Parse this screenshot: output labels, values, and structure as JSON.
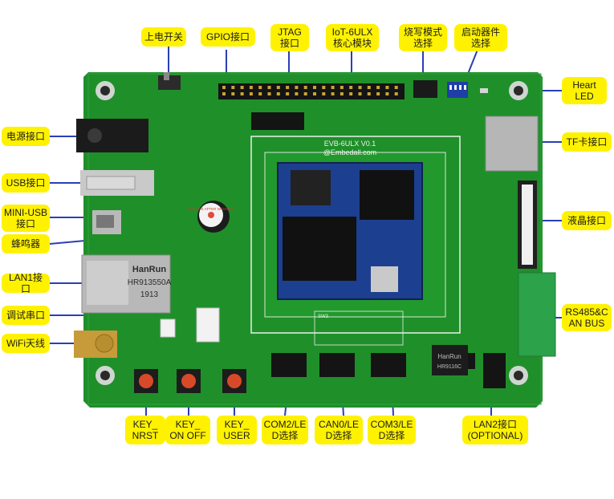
{
  "colors": {
    "callout_bg": "#fff200",
    "leader_line": "#2a3fb5",
    "pcb_green": "#1f8f2a",
    "module_blue": "#1d3f8f"
  },
  "board": {
    "silkscreen": {
      "board_name": "EVB-6ULX V0.1",
      "website": "@Embedall.com",
      "rj45_brand": "HanRun",
      "rj45_part": "HR913550A",
      "rj45_date": "1913",
      "lan2_brand": "HanRun",
      "lan2_part": "HR9116C",
      "buzzer_sticker": "REMOVE AFTER WASHING",
      "sw_label": "SW3"
    }
  },
  "callouts": {
    "power_switch": "上电开关",
    "gpio": "GPIO接口",
    "jtag": "JTAG\n接口",
    "iot_module": "IoT-6ULX\n核心模块",
    "burn_mode": "烧写模式\n选择",
    "boot_device": "启动器件\n选择",
    "heart_led": "Heart\nLED",
    "power_jack": "电源接口",
    "usb": "USB接口",
    "mini_usb": "MINI-USB\n接口",
    "buzzer": "蜂鸣器",
    "lan1": "LAN1接口",
    "debug_uart": "调试串口",
    "wifi": "WiFi天线",
    "tf_card": "TF卡接口",
    "lcd": "液晶接口",
    "rs485": "RS485&C\nAN BUS",
    "key_nrst": "KEY_\nNRST",
    "key_onoff": "KEY_\nON OFF",
    "key_user": "KEY_\nUSER",
    "com2": "COM2/LE\nD选择",
    "can0": "CAN0/LE\nD选择",
    "com3": "COM3/LE\nD选择",
    "lan2": "LAN2接口\n(OPTIONAL)"
  }
}
